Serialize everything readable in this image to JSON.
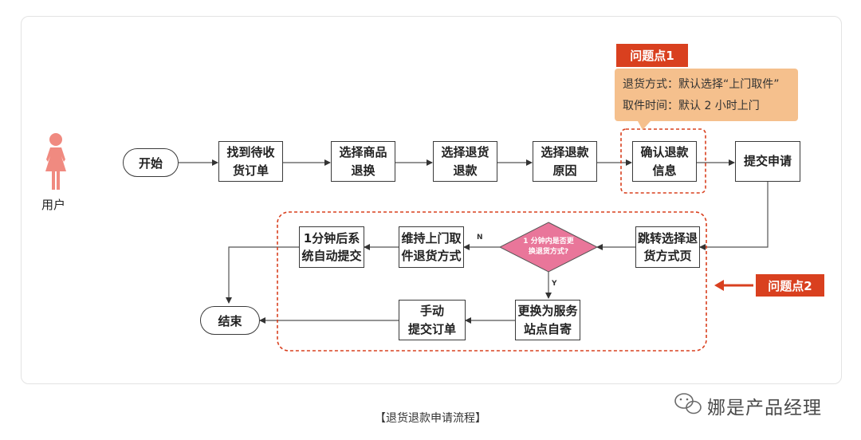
{
  "actor": {
    "label": "用户"
  },
  "nodes": {
    "start": "开始",
    "find_order": "找到待收\n货订单",
    "select_item": "选择商品\n退换",
    "select_refund": "选择退货\n退款",
    "select_reason": "选择退款\n原因",
    "confirm_refund": "确认退款\n信息",
    "submit": "提交申请",
    "jump_page": "跳转选择退\n货方式页",
    "decision": "1 分钟内是否更\n换退货方式?",
    "keep_pickup": "维持上门取\n件退货方式",
    "auto_submit": "1分钟后系\n统自动提交",
    "switch_station": "更换为服务\n站点自寄",
    "manual_submit": "手动\n提交订单",
    "end": "结束"
  },
  "edge_labels": {
    "no": "N",
    "yes": "Y"
  },
  "issues": {
    "issue1": "问题点1",
    "issue2": "问题点2"
  },
  "note": {
    "line1": "退货方式：默认选择“上门取件”",
    "line2": "取件时间：默认 2 小时上门"
  },
  "caption": "【退货退款申请流程】",
  "watermark": "娜是产品经理",
  "colors": {
    "accent": "#d9401f",
    "note_bg": "#f5c08d",
    "decision_fill": "#e9769a",
    "user_icon": "#f08a80"
  }
}
